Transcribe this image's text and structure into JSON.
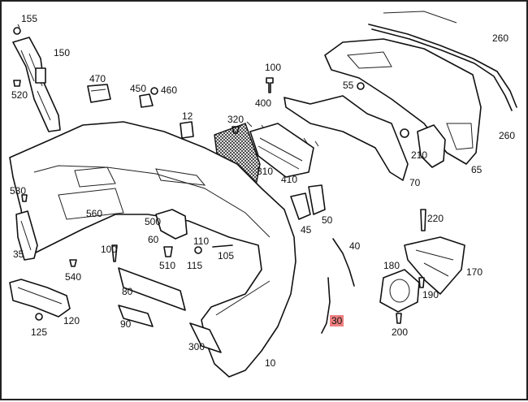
{
  "parts": [
    {
      "id": "p155",
      "label": "155"
    },
    {
      "id": "p150",
      "label": "150"
    },
    {
      "id": "p520",
      "label": "520"
    },
    {
      "id": "p470",
      "label": "470"
    },
    {
      "id": "p450",
      "label": "450"
    },
    {
      "id": "p460",
      "label": "460"
    },
    {
      "id": "p100a",
      "label": "100"
    },
    {
      "id": "p400",
      "label": "400"
    },
    {
      "id": "p55",
      "label": "55"
    },
    {
      "id": "p260a",
      "label": "260"
    },
    {
      "id": "p260b",
      "label": "260"
    },
    {
      "id": "p12",
      "label": "12"
    },
    {
      "id": "p320",
      "label": "320"
    },
    {
      "id": "p310",
      "label": "310"
    },
    {
      "id": "p410",
      "label": "410"
    },
    {
      "id": "p210",
      "label": "210"
    },
    {
      "id": "p65",
      "label": "65"
    },
    {
      "id": "p70",
      "label": "70"
    },
    {
      "id": "p530",
      "label": "530"
    },
    {
      "id": "p560",
      "label": "560"
    },
    {
      "id": "p500",
      "label": "500"
    },
    {
      "id": "p60",
      "label": "60"
    },
    {
      "id": "p110",
      "label": "110"
    },
    {
      "id": "p115",
      "label": "115"
    },
    {
      "id": "p105",
      "label": "105"
    },
    {
      "id": "p510",
      "label": "510"
    },
    {
      "id": "p100b",
      "label": "100"
    },
    {
      "id": "p35",
      "label": "35"
    },
    {
      "id": "p540",
      "label": "540"
    },
    {
      "id": "p45",
      "label": "45"
    },
    {
      "id": "p50",
      "label": "50"
    },
    {
      "id": "p40",
      "label": "40"
    },
    {
      "id": "p220",
      "label": "220"
    },
    {
      "id": "p170",
      "label": "170"
    },
    {
      "id": "p180",
      "label": "180"
    },
    {
      "id": "p190",
      "label": "190"
    },
    {
      "id": "p80",
      "label": "80"
    },
    {
      "id": "p120",
      "label": "120"
    },
    {
      "id": "p125",
      "label": "125"
    },
    {
      "id": "p90",
      "label": "90"
    },
    {
      "id": "p300",
      "label": "300"
    },
    {
      "id": "p10",
      "label": "10"
    },
    {
      "id": "p30",
      "label": "30",
      "highlighted": true
    },
    {
      "id": "p200",
      "label": "200"
    }
  ],
  "colors": {
    "highlight": "#ef7f7f",
    "line": "#111111",
    "background": "#ffffff"
  }
}
